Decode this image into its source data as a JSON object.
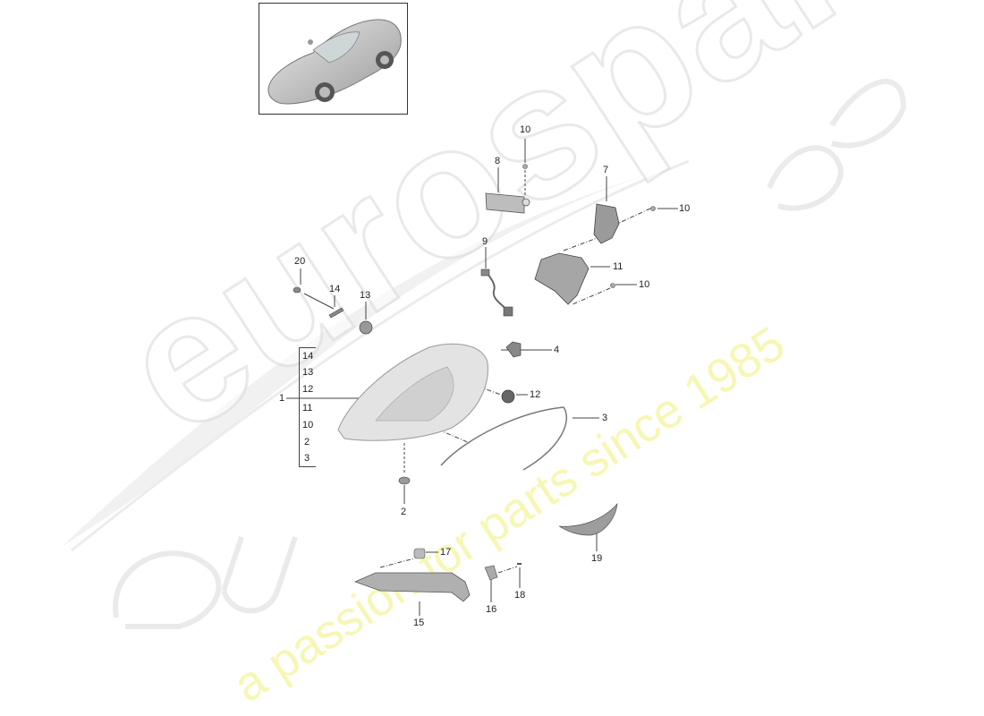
{
  "diagram": {
    "type": "exploded-parts-diagram",
    "subject": "Headlight assembly",
    "thumbnail": {
      "label": "vehicle-overview",
      "icon": "car-thumbnail"
    },
    "watermark": {
      "brand": "eurospares",
      "tagline": "a passion for parts since 1985",
      "brand_color": "#d8d8d8",
      "tagline_color": "#f0f078"
    },
    "callouts": [
      {
        "id": "10a",
        "text": "10"
      },
      {
        "id": "8",
        "text": "8"
      },
      {
        "id": "7",
        "text": "7"
      },
      {
        "id": "10b",
        "text": "10"
      },
      {
        "id": "9",
        "text": "9"
      },
      {
        "id": "11",
        "text": "11"
      },
      {
        "id": "10c",
        "text": "10"
      },
      {
        "id": "20",
        "text": "20"
      },
      {
        "id": "14",
        "text": "14"
      },
      {
        "id": "13",
        "text": "13"
      },
      {
        "id": "4",
        "text": "4"
      },
      {
        "id": "1",
        "text": "1"
      },
      {
        "id": "12",
        "text": "12"
      },
      {
        "id": "3",
        "text": "3"
      },
      {
        "id": "2",
        "text": "2"
      },
      {
        "id": "19",
        "text": "19"
      },
      {
        "id": "17",
        "text": "17"
      },
      {
        "id": "18",
        "text": "18"
      },
      {
        "id": "16",
        "text": "16"
      },
      {
        "id": "15",
        "text": "15"
      }
    ],
    "assembly_group": {
      "parent": "1",
      "members": [
        "14",
        "13",
        "12",
        "11",
        "10",
        "2",
        "3"
      ]
    }
  }
}
